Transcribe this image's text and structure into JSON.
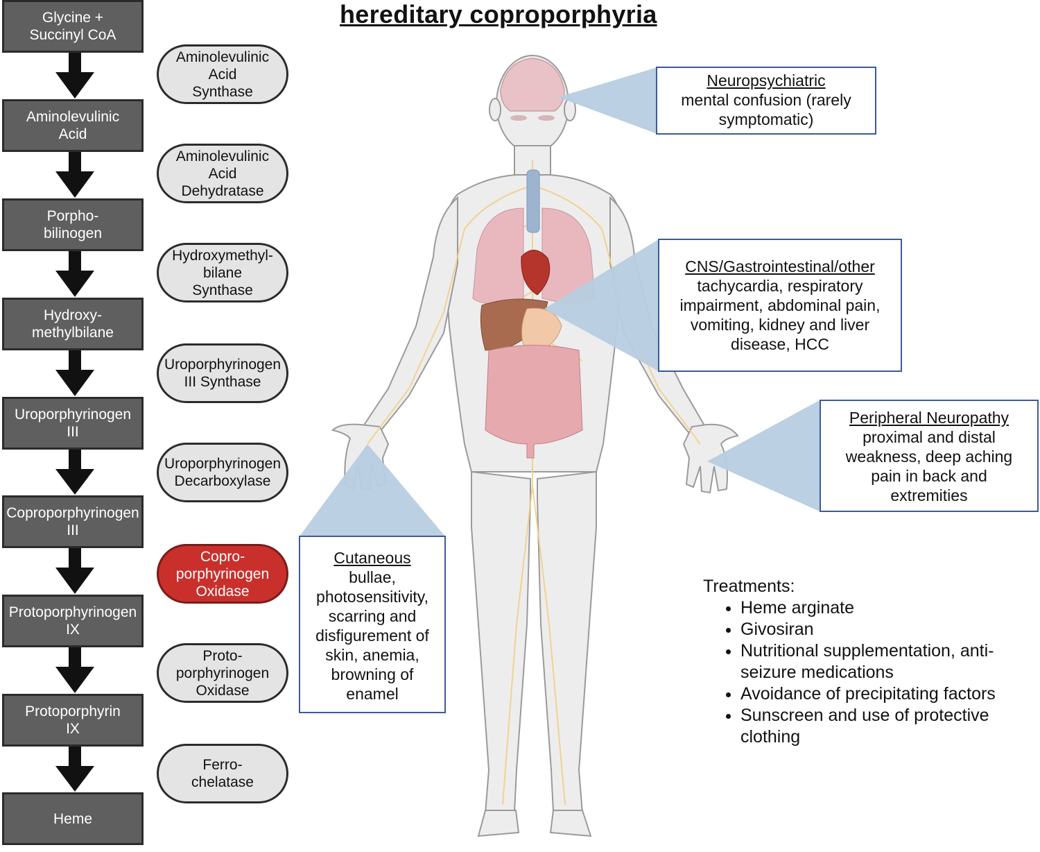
{
  "title": "hereditary coproporphyria",
  "pathway": {
    "steps": [
      "Glycine +\nSuccinyl CoA",
      "Aminolevulinic\nAcid",
      "Porpho-\nbilinogen",
      "Hydroxy-\nmethylbilane",
      "Uroporphyrinogen\nIII",
      "Coproporphyrinogen\nIII",
      "Protoporphyrinogen\nIX",
      "Protoporphyrin\nIX",
      "Heme"
    ],
    "enzymes": [
      "Aminolevulinic\nAcid\nSynthase",
      "Aminolevulinic\nAcid\nDehydratase",
      "Hydroxymethyl-\nbilane\nSynthase",
      "Uroporphyrinogen\nIII Synthase",
      "Uroporphyrinogen\nDecarboxylase",
      "Copro-\nporphyrinogen\nOxidase",
      "Proto-\nporphyrinogen\nOxidase",
      "Ferro-\nchelatase"
    ],
    "highlight_color": "#c9302c"
  },
  "symptoms": {
    "neuro": {
      "heading": "Neuropsychiatric",
      "body": "mental confusion (rarely symptomatic)"
    },
    "cns": {
      "heading": "CNS/Gastrointestinal/other",
      "body": "tachycardia, respiratory impairment, abdominal pain, vomiting, kidney and liver disease, HCC"
    },
    "peripheral": {
      "heading": "Peripheral Neuropathy",
      "body": "proximal and distal weakness, deep aching pain in back and extremities"
    },
    "cutaneous": {
      "heading": "Cutaneous",
      "body": "bullae, photosensitivity, scarring and disfigurement of skin, anemia, browning of enamel"
    }
  },
  "treatments": {
    "heading": "Treatments:",
    "items": [
      "Heme arginate",
      "Givosiran",
      "Nutritional supplementation, anti-seizure medications",
      "Avoidance of precipitating factors",
      "Sunscreen and use of protective clothing"
    ]
  },
  "colors": {
    "step_fill": "#5f5f5f",
    "enzyme_fill": "#e4e4e4",
    "callout": "#b7cde0",
    "box_border": "#3b5a9a"
  }
}
